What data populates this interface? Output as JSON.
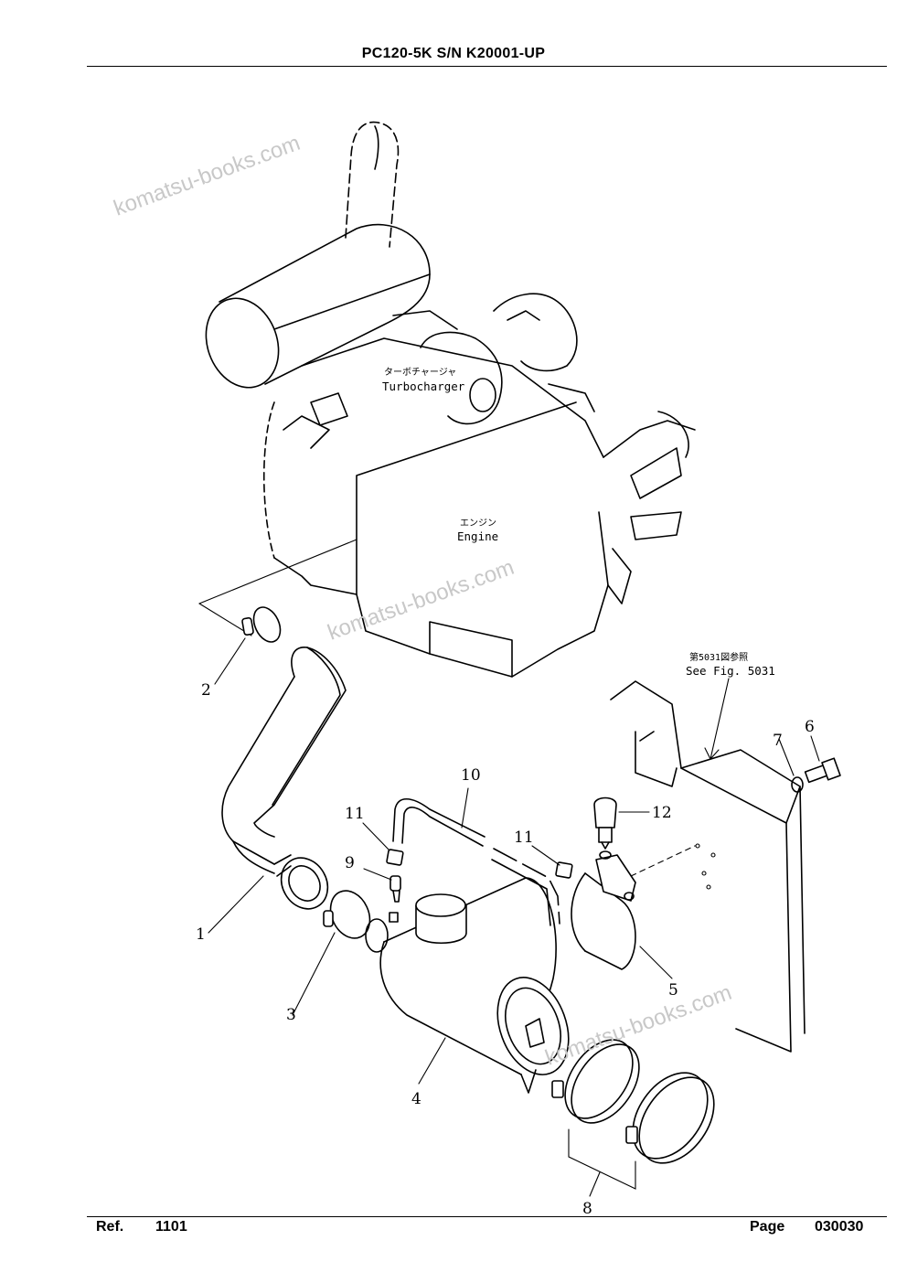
{
  "header": {
    "title": "PC120-5K S/N K20001-UP"
  },
  "footer": {
    "ref_label": "Ref.",
    "ref_value": "1101",
    "page_label": "Page",
    "page_value": "030030"
  },
  "diagram": {
    "labels": {
      "turbocharger_jp": "ターボチャージャ",
      "turbocharger": "Turbocharger",
      "engine_jp": "エンジン",
      "engine": "Engine",
      "see_fig_jp": "第5031図参照",
      "see_fig": "See Fig. 5031"
    },
    "callouts": [
      "1",
      "2",
      "3",
      "4",
      "5",
      "6",
      "7",
      "8",
      "9",
      "10",
      "11",
      "11",
      "12"
    ],
    "watermarks": [
      "komatsu-books.com",
      "komatsu-books.com",
      "komatsu-books.com"
    ]
  }
}
